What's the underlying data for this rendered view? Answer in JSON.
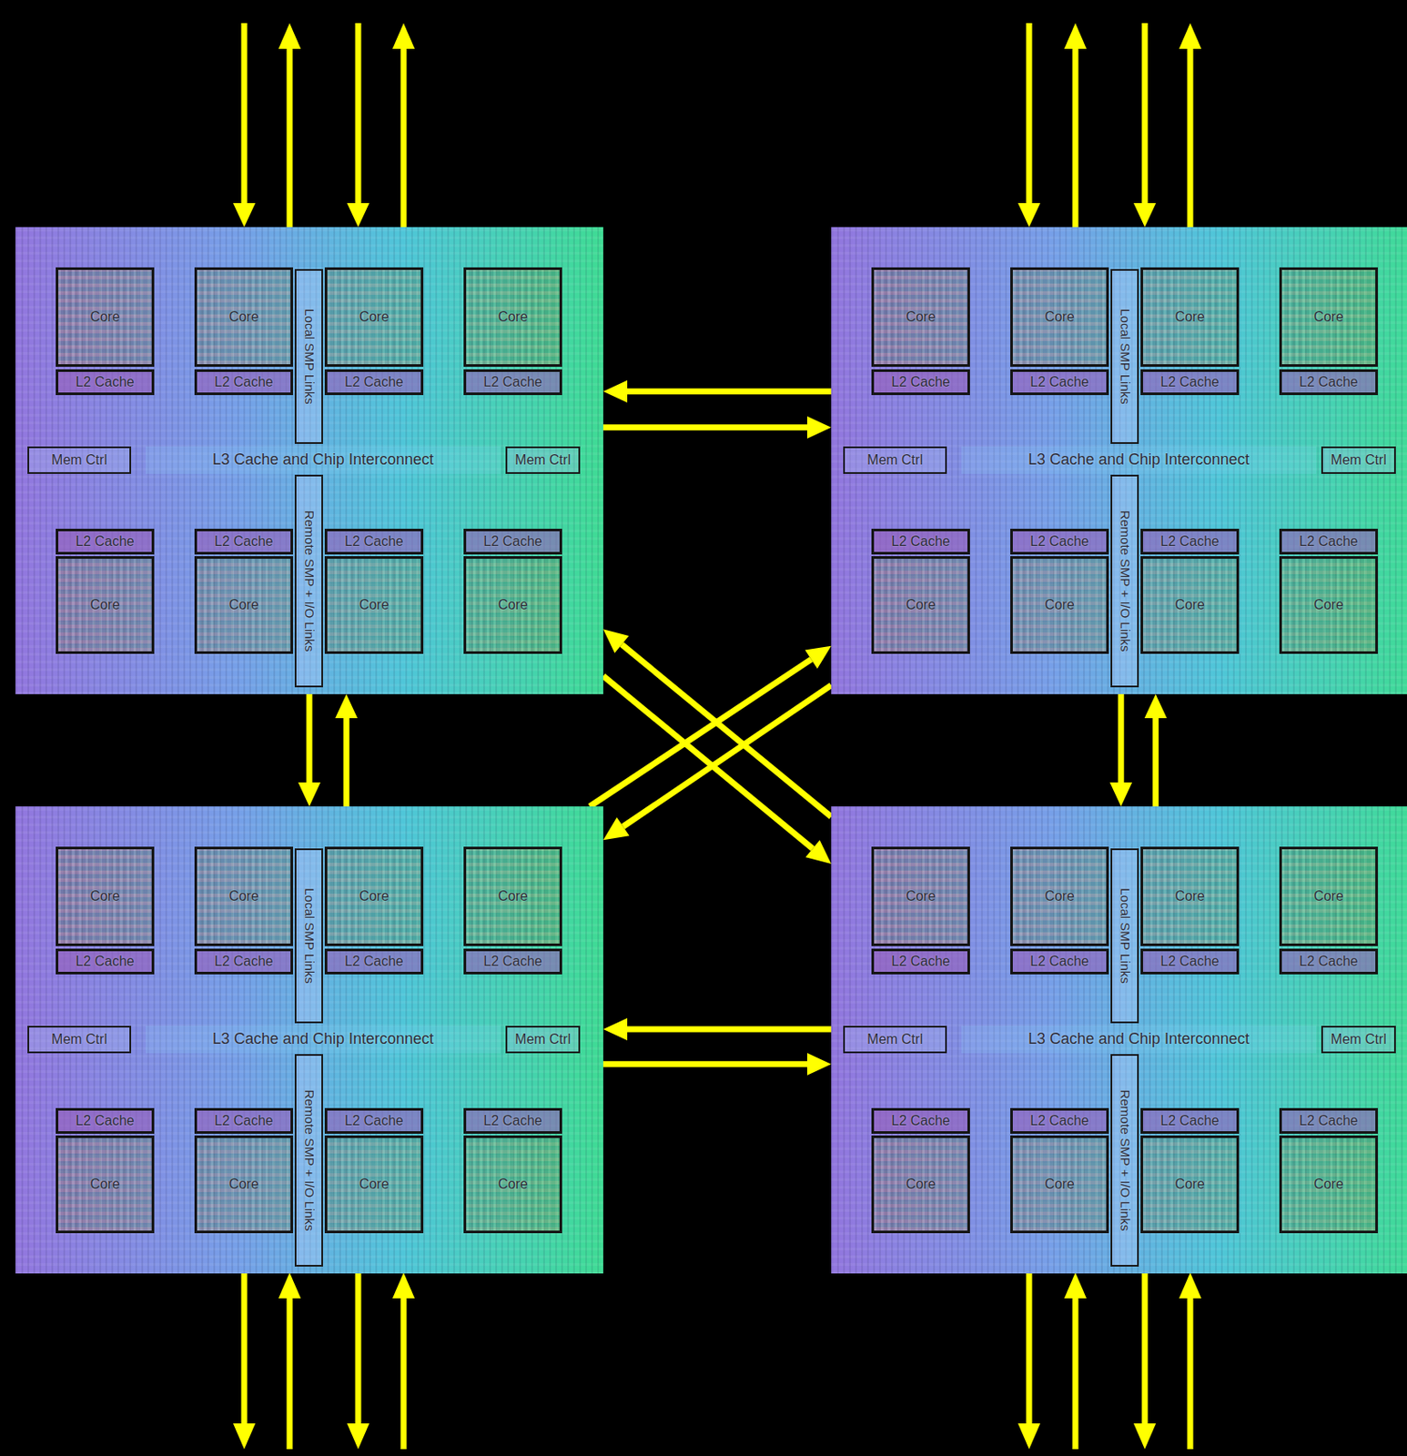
{
  "diagram": {
    "nodes": [
      {
        "text": []
      },
      {
        "text": [
          "Core"
        ],
        "in": 0
      },
      {
        "text": [
          "Core"
        ],
        "in": 0
      },
      {
        "text": [
          "Core"
        ],
        "in": 0
      },
      {
        "text": [
          "Core"
        ],
        "in": 0
      },
      {
        "text": [
          "L2 Cache"
        ],
        "in": 0
      },
      {
        "text": [
          "L2 Cache"
        ],
        "in": 0
      },
      {
        "text": [
          "L2 Cache"
        ],
        "in": 0
      },
      {
        "text": [
          "L2 Cache"
        ],
        "in": 0
      },
      {
        "text": [
          "Local SMP Links"
        ],
        "in": 0
      },
      {
        "text": [
          "Mem Ctrl"
        ],
        "in": 0
      },
      {
        "text": [
          "L3 Cache and Chip Interconnect"
        ],
        "in": 0
      },
      {
        "text": [
          "Mem Ctrl"
        ],
        "in": 0
      },
      {
        "text": [
          "L2 Cache"
        ],
        "in": 0
      },
      {
        "text": [
          "L2 Cache"
        ],
        "in": 0
      },
      {
        "text": [
          "L2 Cache"
        ],
        "in": 0
      },
      {
        "text": [
          "L2 Cache"
        ],
        "in": 0
      },
      {
        "text": [
          "Remote SMP + I/O Links"
        ],
        "in": 0
      },
      {
        "text": [
          "Core"
        ],
        "in": 0
      },
      {
        "text": [
          "Core"
        ],
        "in": 0
      },
      {
        "text": [
          "Core"
        ],
        "in": 0
      },
      {
        "text": [
          "Core"
        ],
        "in": 0
      },
      {
        "text": []
      },
      {
        "text": [
          "Core"
        ],
        "in": 22
      },
      {
        "text": [
          "Core"
        ],
        "in": 22
      },
      {
        "text": [
          "Core"
        ],
        "in": 22
      },
      {
        "text": [
          "Core"
        ],
        "in": 22
      },
      {
        "text": [
          "L2 Cache"
        ],
        "in": 22
      },
      {
        "text": [
          "L2 Cache"
        ],
        "in": 22
      },
      {
        "text": [
          "L2 Cache"
        ],
        "in": 22
      },
      {
        "text": [
          "L2 Cache"
        ],
        "in": 22
      },
      {
        "text": [
          "Local SMP Links"
        ],
        "in": 22
      },
      {
        "text": [
          "Mem Ctrl"
        ],
        "in": 22
      },
      {
        "text": [
          "L3 Cache and Chip Interconnect"
        ],
        "in": 22
      },
      {
        "text": [
          "Mem Ctrl"
        ],
        "in": 22
      },
      {
        "text": [
          "L2 Cache"
        ],
        "in": 22
      },
      {
        "text": [
          "L2 Cache"
        ],
        "in": 22
      },
      {
        "text": [
          "L2 Cache"
        ],
        "in": 22
      },
      {
        "text": [
          "L2 Cache"
        ],
        "in": 22
      },
      {
        "text": [
          "Remote SMP + I/O Links"
        ],
        "in": 22
      },
      {
        "text": [
          "Core"
        ],
        "in": 22
      },
      {
        "text": [
          "Core"
        ],
        "in": 22
      },
      {
        "text": [
          "Core"
        ],
        "in": 22
      },
      {
        "text": [
          "Core"
        ],
        "in": 22
      },
      {
        "text": []
      },
      {
        "text": [
          "Core"
        ],
        "in": 44
      },
      {
        "text": [
          "Core"
        ],
        "in": 44
      },
      {
        "text": [
          "Core"
        ],
        "in": 44
      },
      {
        "text": [
          "Core"
        ],
        "in": 44
      },
      {
        "text": [
          "L2 Cache"
        ],
        "in": 44
      },
      {
        "text": [
          "L2 Cache"
        ],
        "in": 44
      },
      {
        "text": [
          "L2 Cache"
        ],
        "in": 44
      },
      {
        "text": [
          "L2 Cache"
        ],
        "in": 44
      },
      {
        "text": [
          "Local SMP Links"
        ],
        "in": 44
      },
      {
        "text": [
          "Mem Ctrl"
        ],
        "in": 44
      },
      {
        "text": [
          "L3 Cache and Chip Interconnect"
        ],
        "in": 44
      },
      {
        "text": [
          "Mem Ctrl"
        ],
        "in": 44
      },
      {
        "text": [
          "L2 Cache"
        ],
        "in": 44
      },
      {
        "text": [
          "L2 Cache"
        ],
        "in": 44
      },
      {
        "text": [
          "L2 Cache"
        ],
        "in": 44
      },
      {
        "text": [
          "L2 Cache"
        ],
        "in": 44
      },
      {
        "text": [
          "Remote SMP + I/O Links"
        ],
        "in": 44
      },
      {
        "text": [
          "Core"
        ],
        "in": 44
      },
      {
        "text": [
          "Core"
        ],
        "in": 44
      },
      {
        "text": [
          "Core"
        ],
        "in": 44
      },
      {
        "text": [
          "Core"
        ],
        "in": 44
      },
      {
        "text": []
      },
      {
        "text": [
          "Core"
        ],
        "in": 66
      },
      {
        "text": [
          "Core"
        ],
        "in": 66
      },
      {
        "text": [
          "Core"
        ],
        "in": 66
      },
      {
        "text": [
          "Core"
        ],
        "in": 66
      },
      {
        "text": [
          "L2 Cache"
        ],
        "in": 66
      },
      {
        "text": [
          "L2 Cache"
        ],
        "in": 66
      },
      {
        "text": [
          "L2 Cache"
        ],
        "in": 66
      },
      {
        "text": [
          "L2 Cache"
        ],
        "in": 66
      },
      {
        "text": [
          "Local SMP Links"
        ],
        "in": 66
      },
      {
        "text": [
          "Mem Ctrl"
        ],
        "in": 66
      },
      {
        "text": [
          "L3 Cache and Chip Interconnect"
        ],
        "in": 66
      },
      {
        "text": [
          "Mem Ctrl"
        ],
        "in": 66
      },
      {
        "text": [
          "L2 Cache"
        ],
        "in": 66
      },
      {
        "text": [
          "L2 Cache"
        ],
        "in": 66
      },
      {
        "text": [
          "L2 Cache"
        ],
        "in": 66
      },
      {
        "text": [
          "L2 Cache"
        ],
        "in": 66
      },
      {
        "text": [
          "Remote SMP + I/O Links"
        ],
        "in": 66
      },
      {
        "text": [
          "Core"
        ],
        "in": 66
      },
      {
        "text": [
          "Core"
        ],
        "in": 66
      },
      {
        "text": [
          "Core"
        ],
        "in": 66
      },
      {
        "text": [
          "Core"
        ],
        "in": 66
      }
    ],
    "edges": [
      {
        "from": 22,
        "to": 0,
        "arrow": "to"
      },
      {
        "from": 0,
        "to": 22,
        "arrow": "to"
      },
      {
        "from": 0,
        "to": 44,
        "arrow": "to"
      },
      {
        "from": 44,
        "to": 0,
        "arrow": "to"
      },
      {
        "from": 22,
        "to": 66,
        "arrow": "to"
      },
      {
        "from": 66,
        "to": 22,
        "arrow": "to"
      },
      {
        "from": 0,
        "to": 66,
        "arrow": "to"
      },
      {
        "from": 66,
        "to": 0,
        "arrow": "to"
      },
      {
        "from": 44,
        "to": 22,
        "arrow": "to"
      },
      {
        "from": 22,
        "to": 44,
        "arrow": "to"
      },
      {
        "from": 66,
        "to": 44,
        "arrow": "to"
      },
      {
        "from": 44,
        "to": 66,
        "arrow": "to"
      }
    ]
  }
}
